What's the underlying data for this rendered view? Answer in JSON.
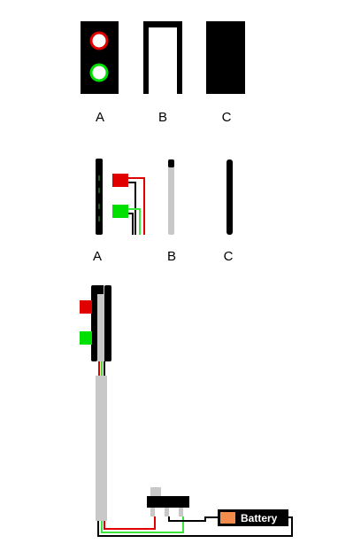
{
  "front_view": {
    "labels": [
      "A",
      "B",
      "C"
    ]
  },
  "side_view": {
    "labels": [
      "A",
      "B",
      "C"
    ]
  },
  "assembly": {
    "battery_label": "Battery"
  },
  "colors": {
    "panel": "#000000",
    "red_led": "#e00000",
    "green_led": "#00e000",
    "pole": "#c8c8c8",
    "battery_body": "#f48c4c",
    "wire_red": "#e00000",
    "wire_green": "#39e639",
    "wire_black": "#000000"
  }
}
